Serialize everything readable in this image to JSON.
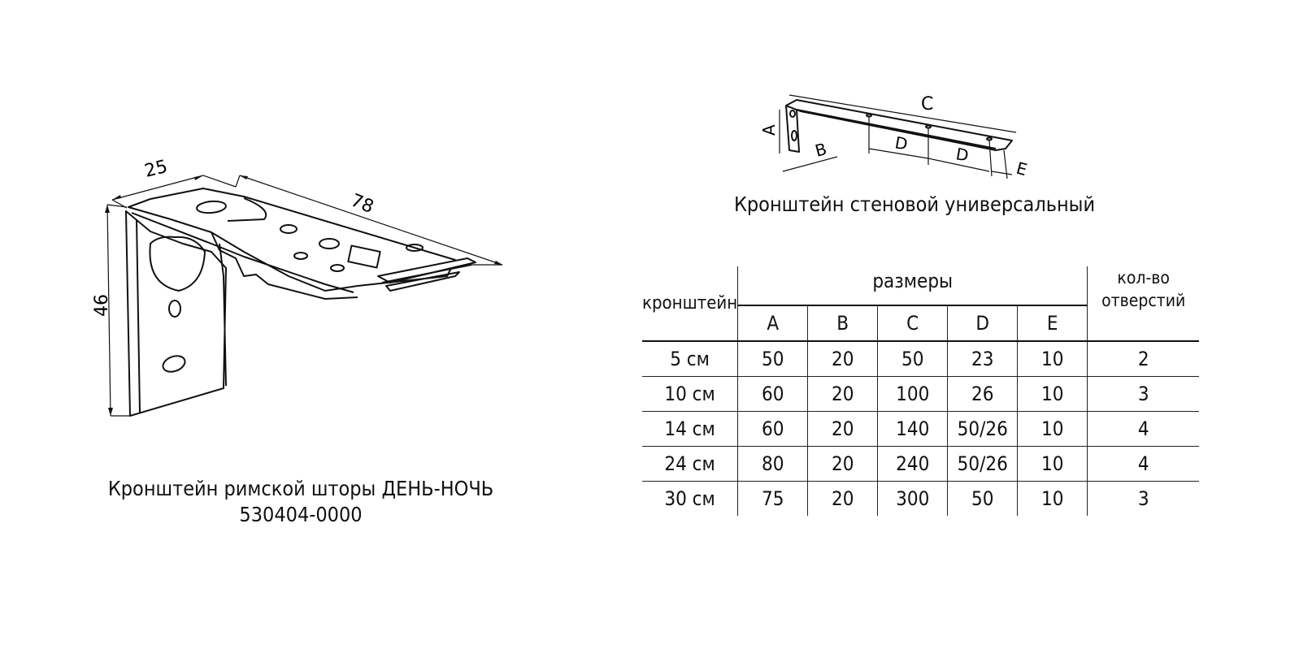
{
  "left": {
    "dims": {
      "width": "25",
      "length": "78",
      "height": "46"
    },
    "caption_line1": "Кронштейн римской шторы ДЕНЬ-НОЧЬ",
    "caption_line2": "530404-0000"
  },
  "right": {
    "labels": {
      "a": "A",
      "b": "B",
      "c": "C",
      "d1": "D",
      "d2": "D",
      "e": "E"
    },
    "caption": "Кронштейн стеновой универсальный"
  },
  "table": {
    "header_bracket": "кронштейн",
    "header_sizes": "размеры",
    "header_holes_line1": "кол-во",
    "header_holes_line2": "отверстий",
    "letters": [
      "A",
      "B",
      "C",
      "D",
      "E"
    ],
    "rows": [
      {
        "bracket": "5 см",
        "a": "50",
        "b": "20",
        "c": "50",
        "d": "23",
        "e": "10",
        "holes": "2"
      },
      {
        "bracket": "10 см",
        "a": "60",
        "b": "20",
        "c": "100",
        "d": "26",
        "e": "10",
        "holes": "3"
      },
      {
        "bracket": "14 см",
        "a": "60",
        "b": "20",
        "c": "140",
        "d": "50/26",
        "e": "10",
        "holes": "4"
      },
      {
        "bracket": "24 см",
        "a": "80",
        "b": "20",
        "c": "240",
        "d": "50/26",
        "e": "10",
        "holes": "4"
      },
      {
        "bracket": "30 см",
        "a": "75",
        "b": "20",
        "c": "300",
        "d": "50",
        "e": "10",
        "holes": "3"
      }
    ]
  }
}
